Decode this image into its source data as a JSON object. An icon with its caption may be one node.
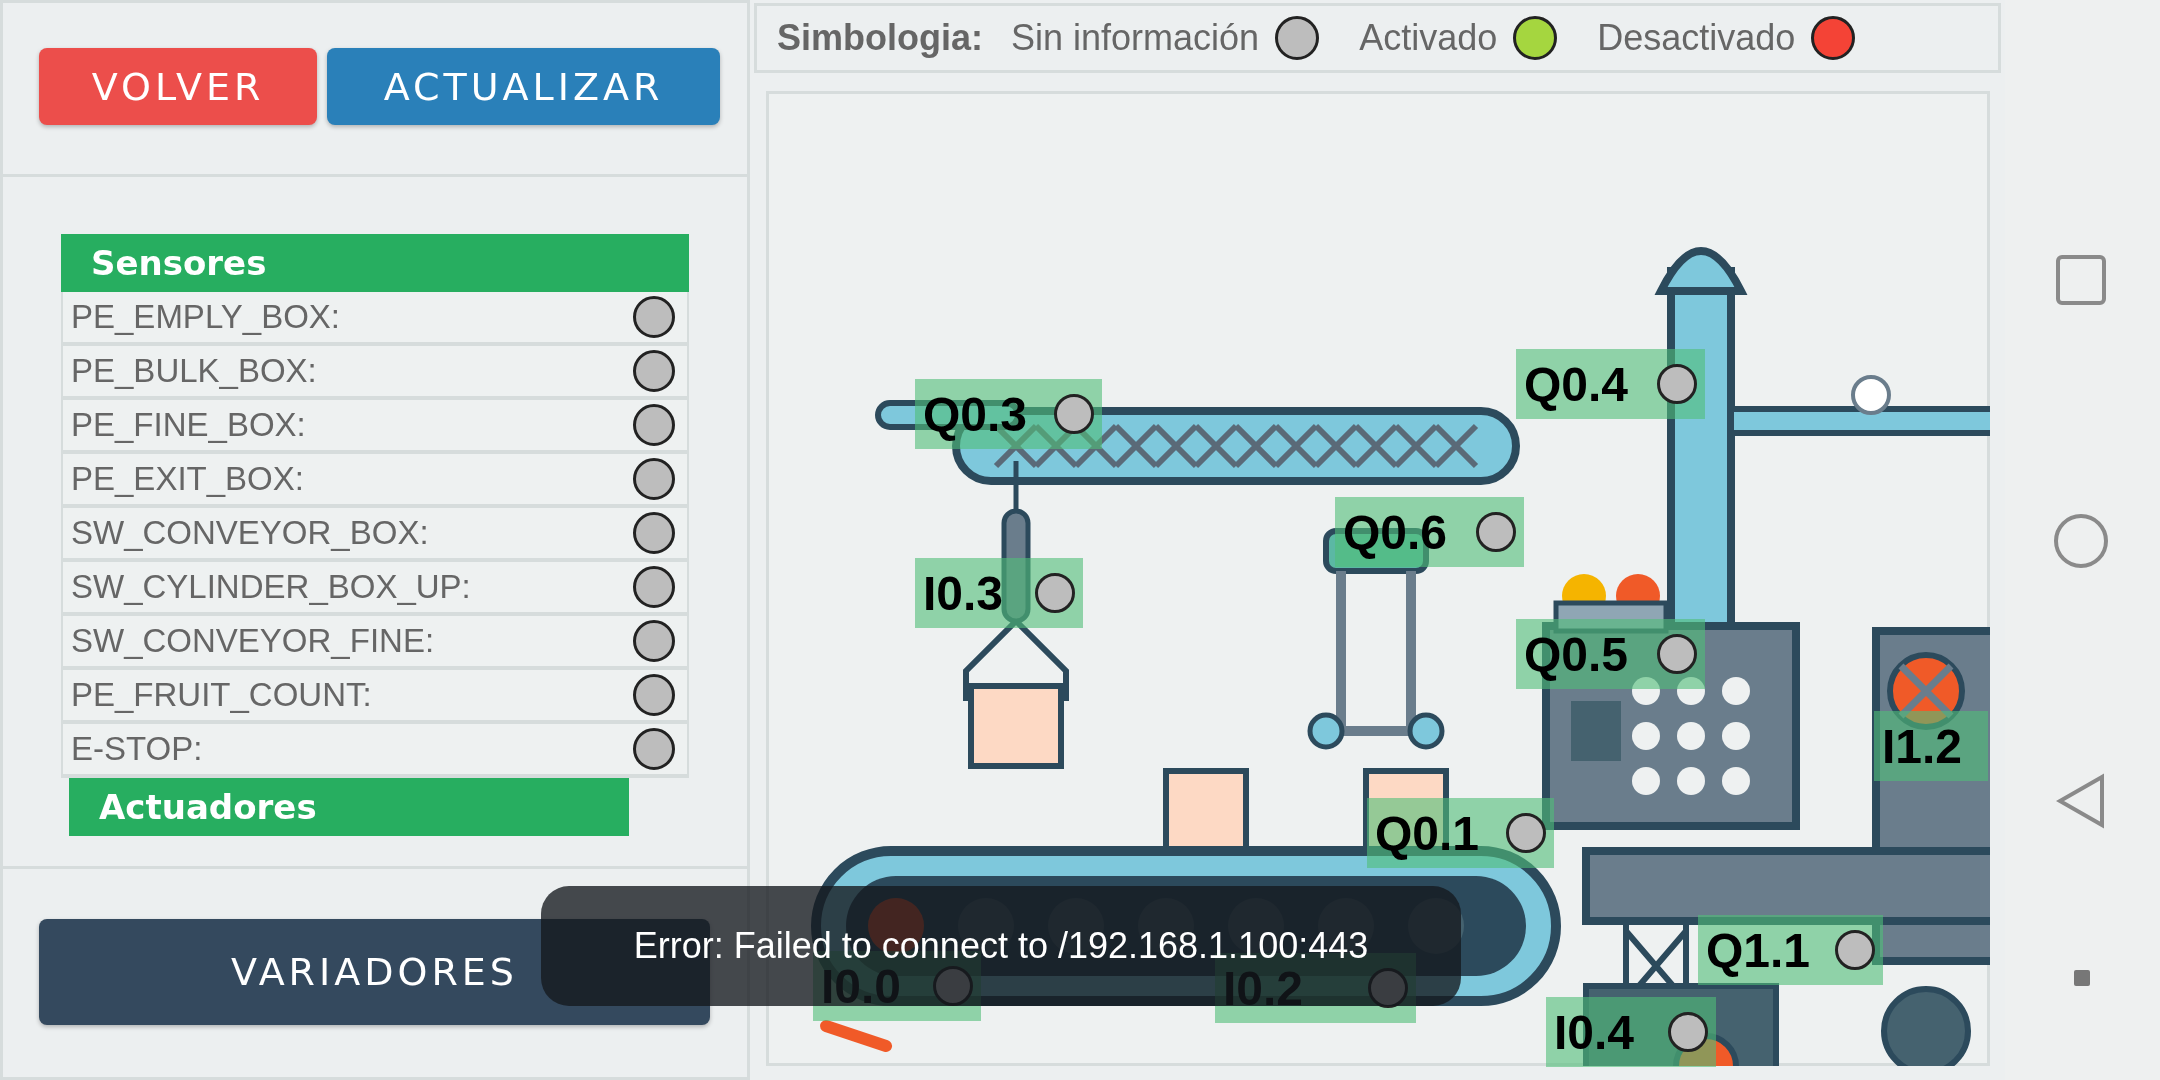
{
  "diagram": {
    "labels": [
      "VOLVER",
      "ACTUALIZAR",
      "Sensores",
      "PE_EMPLY_BOX:",
      "PE_BULK_BOX:",
      "PE_FINE_BOX:",
      "PE_EXIT_BOX:",
      "SW_CONVEYOR_BOX:",
      "SW_CYLINDER_BOX_UP:",
      "SW_CONVEYOR_FINE:",
      "PE_FRUIT_COUNT:",
      "E-STOP:",
      "Actuadores",
      "VARIADORES",
      "Simbologia:",
      "Q0.3",
      "Q0.4",
      "Q0.6",
      "I0.3",
      "Q0.5",
      "I1.2",
      "Q0.1",
      "I0.0",
      "I0.2",
      "Q1.1",
      "I0.4",
      "Error: Failed to connect to /192.168.1.100:443"
    ],
    "legend": [
      {
        "text": "Sin información",
        "color": "#bdbdbd"
      },
      {
        "text": "Activado",
        "color": "#a5d63f"
      },
      {
        "text": "Desactivado",
        "color": "#f44336"
      }
    ]
  }
}
